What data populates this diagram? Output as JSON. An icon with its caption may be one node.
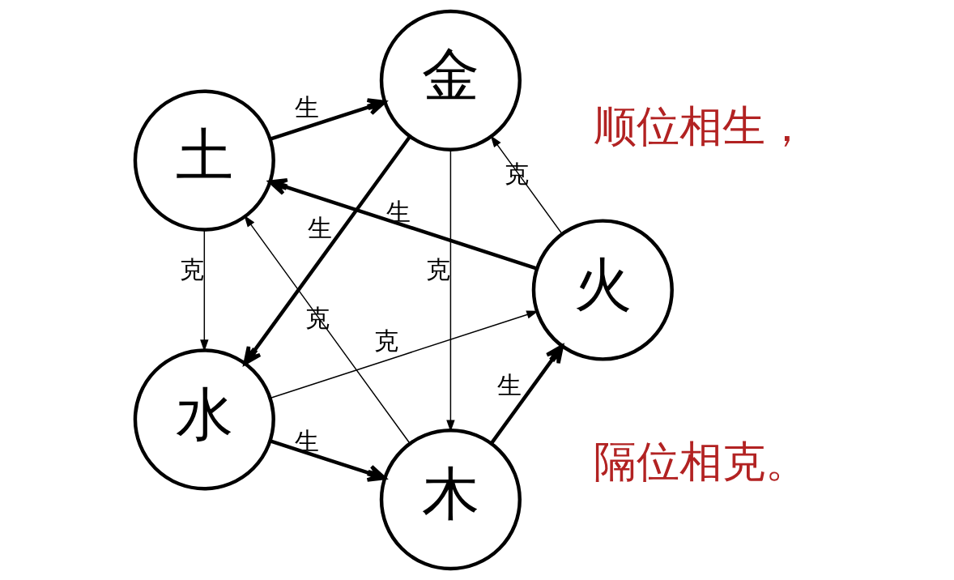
{
  "diagram": {
    "nodes": [
      {
        "text": [
          "木"
        ]
      },
      {
        "text": [
          "火"
        ]
      },
      {
        "text": [
          "土"
        ]
      },
      {
        "text": [
          "金"
        ]
      },
      {
        "text": [
          "水"
        ]
      }
    ],
    "edges": [
      {
        "from": 0,
        "to": 1,
        "arrow": "to",
        "label": "生",
        "style": "thick"
      },
      {
        "from": 1,
        "to": 2,
        "arrow": "to",
        "label": "生",
        "style": "thick"
      },
      {
        "from": 2,
        "to": 3,
        "arrow": "to",
        "label": "生",
        "style": "thick"
      },
      {
        "from": 3,
        "to": 4,
        "arrow": "to",
        "label": "生",
        "style": "thick"
      },
      {
        "from": 4,
        "to": 0,
        "arrow": "to",
        "label": "生",
        "style": "thick"
      },
      {
        "from": 0,
        "to": 2,
        "arrow": "to",
        "label": "克"
      },
      {
        "from": 2,
        "to": 4,
        "arrow": "to",
        "label": "克"
      },
      {
        "from": 4,
        "to": 1,
        "arrow": "to",
        "label": "克"
      },
      {
        "from": 1,
        "to": 3,
        "arrow": "to",
        "label": "克"
      },
      {
        "from": 3,
        "to": 0,
        "arrow": "to",
        "label": "克"
      }
    ],
    "labels": [
      "顺位相生，",
      "隔位相克。"
    ]
  }
}
